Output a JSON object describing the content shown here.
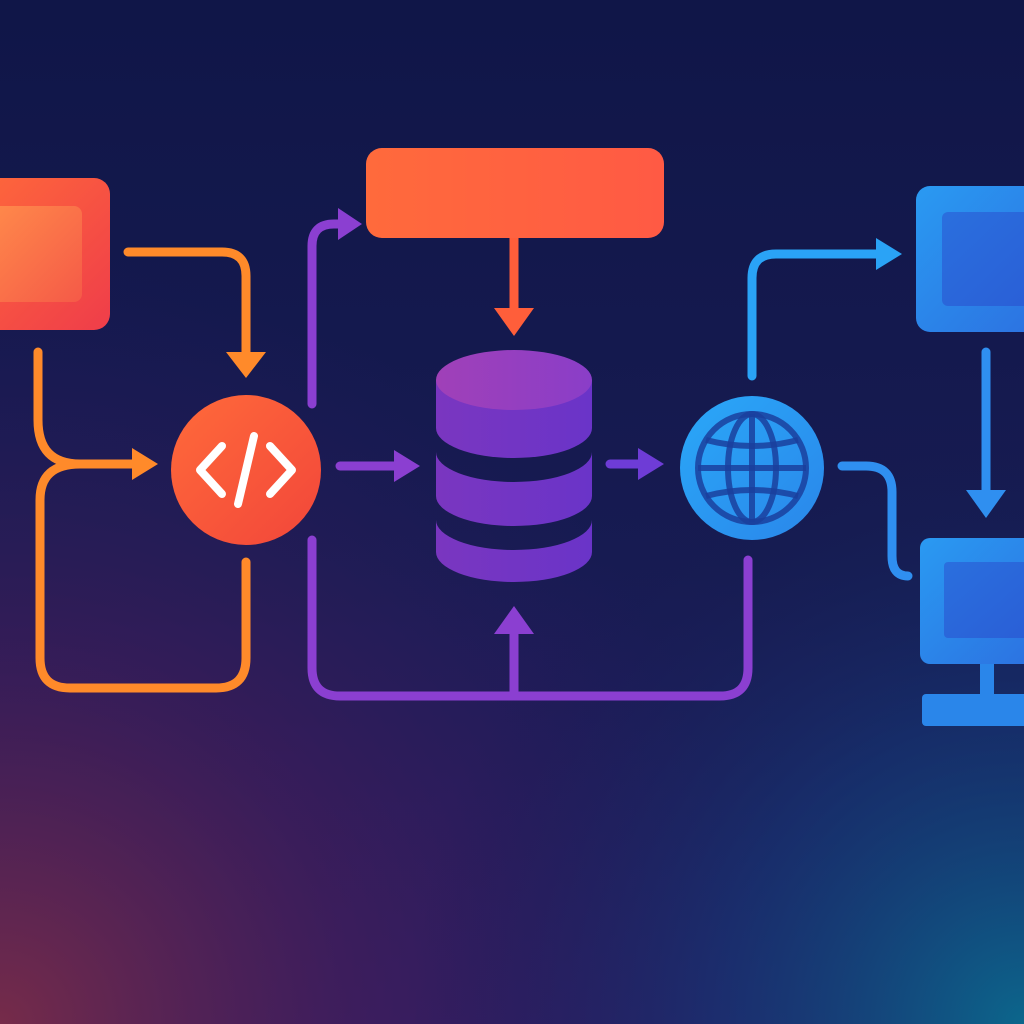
{
  "diagram": {
    "theme": {
      "background_colors": [
        "#101648",
        "#171b52",
        "#2a1c64",
        "#3a1c5e",
        "#6a2a52",
        "#0b5a80"
      ],
      "orange": "#ff8a2a",
      "coral": "#ff5e3a",
      "red_orange": "#f6502e",
      "purple": "#8b3fd1",
      "violet": "#6e3cd6",
      "blue": "#2f8ff0",
      "light_blue": "#2aa3f6",
      "icon_stroke": "#ffffff"
    },
    "nodes": [
      {
        "id": "source-panel",
        "icon": "square-panel-icon",
        "color": "#f6502e"
      },
      {
        "id": "code",
        "icon": "code-brackets-icon",
        "color": "#f85a36"
      },
      {
        "id": "top-bar",
        "icon": "rounded-bar",
        "color": "#ff6a3c"
      },
      {
        "id": "database",
        "icon": "database-icon",
        "color": "#7a34c4"
      },
      {
        "id": "globe",
        "icon": "globe-icon",
        "color": "#2a9cf2"
      },
      {
        "id": "target-panel",
        "icon": "square-panel-icon",
        "color": "#2c86ea"
      },
      {
        "id": "monitor",
        "icon": "monitor-icon",
        "color": "#2a7fe8"
      }
    ],
    "edges": [
      {
        "from": "source-panel",
        "to": "code"
      },
      {
        "from": "source-panel",
        "to": "code"
      },
      {
        "from": "code",
        "to": "code"
      },
      {
        "from": "code",
        "to": "top-bar"
      },
      {
        "from": "code",
        "to": "database"
      },
      {
        "from": "top-bar",
        "to": "database"
      },
      {
        "from": "database",
        "to": "globe"
      },
      {
        "from": "globe",
        "to": "target-panel"
      },
      {
        "from": "target-panel",
        "to": "monitor"
      },
      {
        "from": "globe",
        "to": "monitor"
      },
      {
        "from": "code",
        "to": "database"
      },
      {
        "from": "globe",
        "to": "database"
      }
    ]
  }
}
